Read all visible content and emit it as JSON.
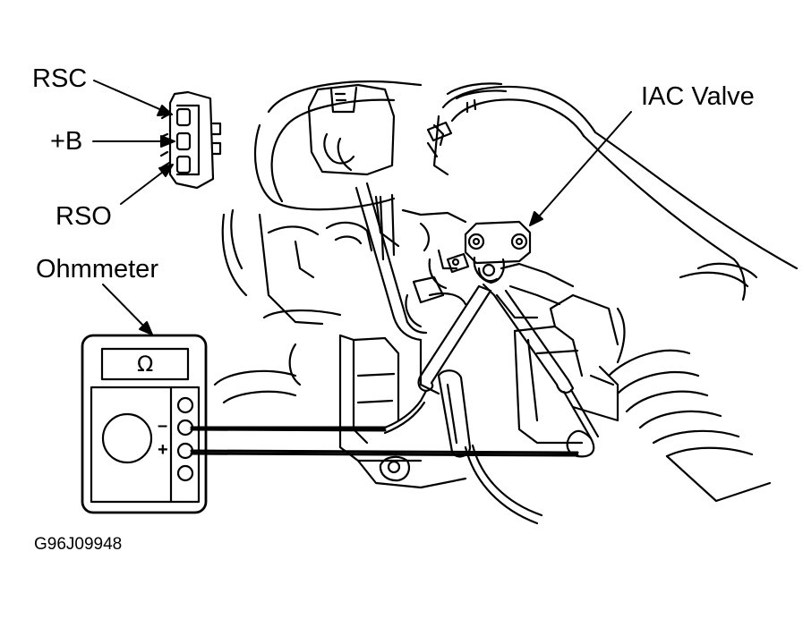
{
  "labels": {
    "rsc": "RSC",
    "plus_b": "+B",
    "rso": "RSO",
    "iac_valve": "IAC Valve",
    "ohmmeter": "Ohmmeter",
    "figure_code": "G96J09948"
  },
  "meter": {
    "display_symbol": "Ω",
    "minus_sign": "–",
    "plus_sign": "+"
  },
  "icons": [
    "connector-icon",
    "ohmmeter-icon",
    "engine-illustration"
  ]
}
